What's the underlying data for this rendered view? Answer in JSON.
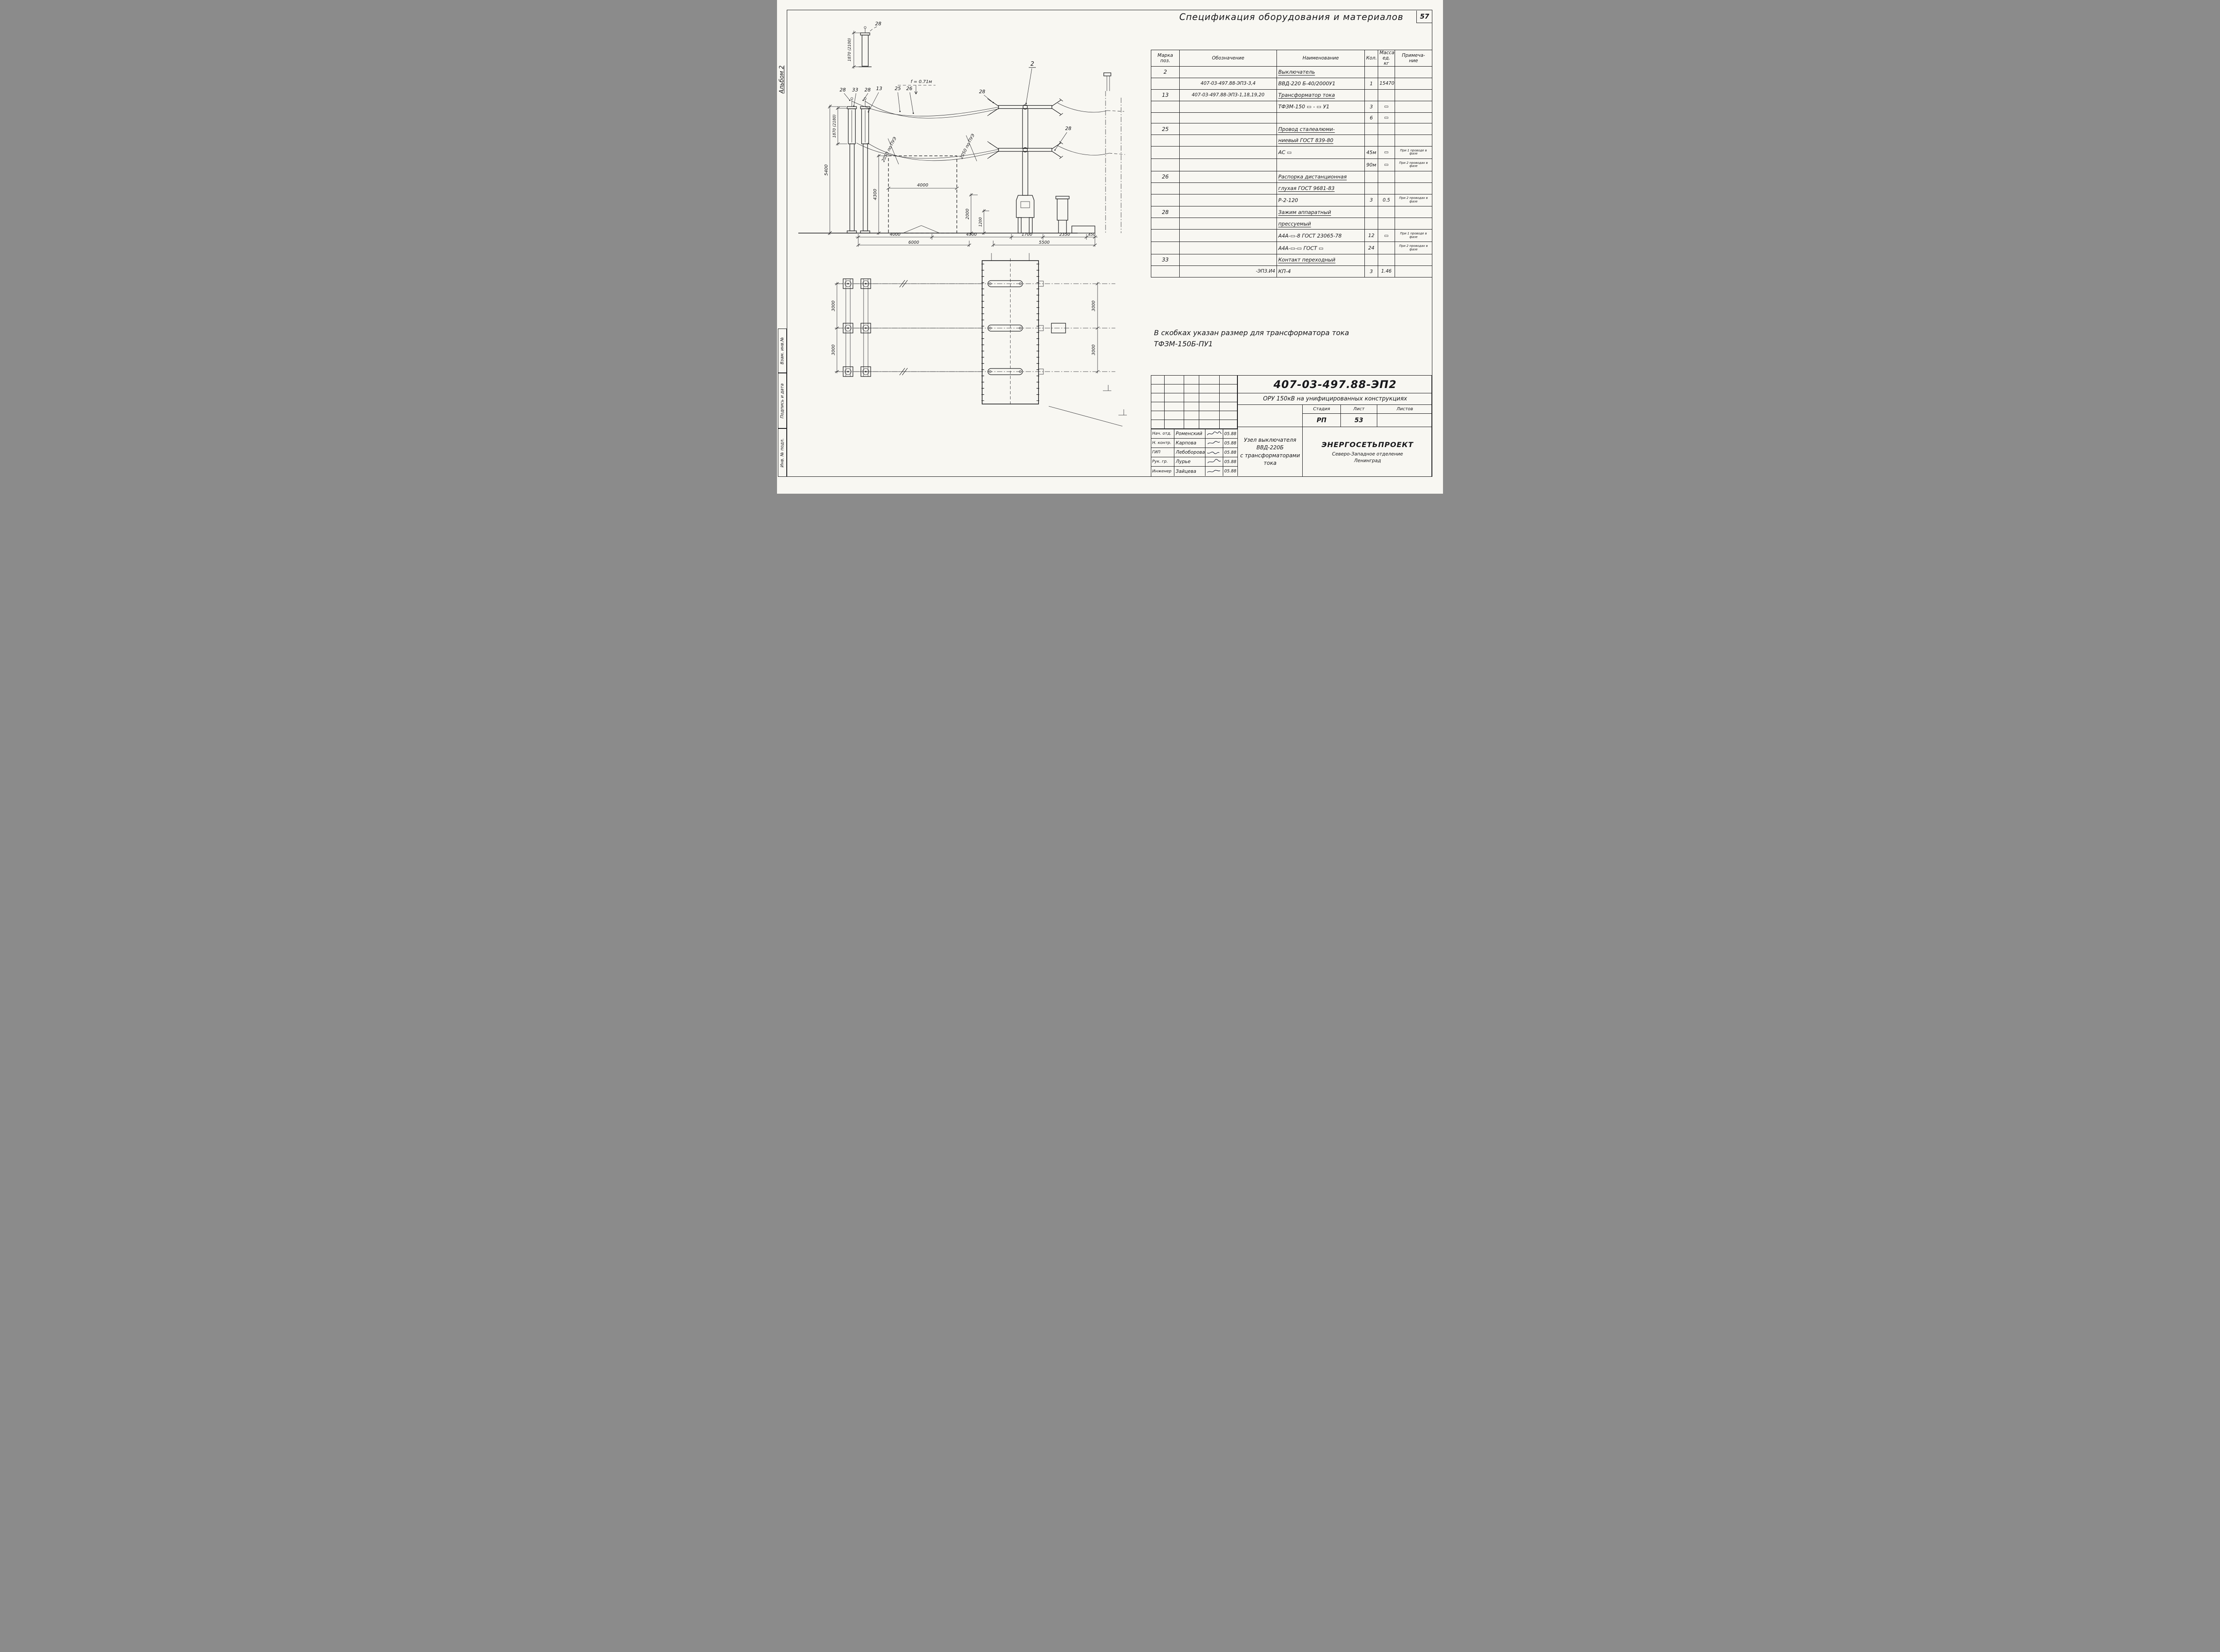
{
  "page": {
    "number": "57",
    "album": "Альбом 2",
    "stamps": {
      "top": "Взам. инв.№",
      "mid": "Подпись и дата",
      "bottom": "Инв. № подл."
    }
  },
  "spec": {
    "title": "Спецификация оборудования и материалов",
    "header": {
      "mark": "Марка\nпоз.",
      "code": "Обозначение",
      "name": "Наименование",
      "qty": "Кол.",
      "mass": "Масса\nед. кг",
      "note": "Примеча-\nние"
    },
    "rows": [
      {
        "mark": "2",
        "code": "",
        "name": "Выключатель",
        "qty": "",
        "mass": "",
        "note": ""
      },
      {
        "mark": "",
        "code": "407-03-497.88-ЭП3-3,4",
        "name": "ВВД-220 Б-40/2000У1",
        "qty": "1",
        "mass": "15470",
        "note": ""
      },
      {
        "mark": "13",
        "code": "407-03-497.88-ЭП3-1,18,19,20",
        "name": "Трансформатор тока",
        "qty": "",
        "mass": "",
        "note": ""
      },
      {
        "mark": "",
        "code": "",
        "name": "ТФЗМ-150 ▭ - ▭ У1",
        "qty": "3",
        "mass": "▭",
        "note": ""
      },
      {
        "mark": "",
        "code": "",
        "name": "",
        "qty": "6",
        "mass": "▭",
        "note": ""
      },
      {
        "mark": "25",
        "code": "",
        "name": "Провод сталеалюми-",
        "qty": "",
        "mass": "",
        "note": ""
      },
      {
        "mark": "",
        "code": "",
        "name": "ниевый  ГОСТ 839-80",
        "qty": "",
        "mass": "",
        "note": ""
      },
      {
        "mark": "",
        "code": "",
        "name": "АС ▭",
        "qty": "45м",
        "mass": "▭",
        "note": "При 1 проводе в фазе"
      },
      {
        "mark": "",
        "code": "",
        "name": "",
        "qty": "90м",
        "mass": "▭",
        "note": "При 2 проводах в фазе"
      },
      {
        "mark": "26",
        "code": "",
        "name": "Распорка дистанционная",
        "qty": "",
        "mass": "",
        "note": ""
      },
      {
        "mark": "",
        "code": "",
        "name": "глухая ГОСТ 9681-83",
        "qty": "",
        "mass": "",
        "note": ""
      },
      {
        "mark": "",
        "code": "",
        "name": "Р-2-120",
        "qty": "3",
        "mass": "0.5",
        "note": "При 2 проводах в фазе"
      },
      {
        "mark": "28",
        "code": "",
        "name": "Зажим аппаратный",
        "qty": "",
        "mass": "",
        "note": ""
      },
      {
        "mark": "",
        "code": "",
        "name": "прессуемый",
        "qty": "",
        "mass": "",
        "note": ""
      },
      {
        "mark": "",
        "code": "",
        "name": "А4А-▭-8 ГОСТ 23065-78",
        "qty": "12",
        "mass": "▭",
        "note": "При 1 проводе в фазе"
      },
      {
        "mark": "",
        "code": "",
        "name": "А4А-▭-▭ ГОСТ ▭",
        "qty": "24",
        "mass": "",
        "note": "При 2 проводах в фазе"
      },
      {
        "mark": "33",
        "code": "",
        "name": "Контакт переходный",
        "qty": "",
        "mass": "",
        "note": ""
      },
      {
        "mark": "",
        "code": "-ЭП3.И4",
        "name": "КП-4",
        "qty": "3",
        "mass": "1.46",
        "note": ""
      }
    ]
  },
  "note": {
    "line1": "В скобках указан размер для трансформатора тока",
    "line2": "ТФЗМ-150Б-ПУ1"
  },
  "title_block": {
    "doc_number": "407-03-497.88-ЭП2",
    "project": "ОРУ 150кВ на унифицированных конструкциях",
    "stage_label": "Стадия",
    "sheet_label": "Лист",
    "sheets_label": "Листов",
    "stage": "РП",
    "sheet": "53",
    "sheets": "",
    "title_line1": "Узел выключателя ВВД-220Б",
    "title_line2": "с трансформаторами тока",
    "org_name": "ЭНЕРГОСЕТЬПРОЕКТ",
    "org_branch": "Северо-Западное отделение",
    "org_city": "Ленинград",
    "signatures": [
      {
        "role": "Нач. отд.",
        "name": "Роменский",
        "date": "05.88"
      },
      {
        "role": "Н. контр.",
        "name": "Карпова",
        "date": "05.88"
      },
      {
        "role": "ГИП",
        "name": "Лебоборова",
        "date": "05.88"
      },
      {
        "role": "Рук. гр.",
        "name": "Лурье",
        "date": "05.88"
      },
      {
        "role": "Инженер",
        "name": "Зайцева",
        "date": "05.88"
      }
    ]
  },
  "drawing": {
    "detail_dim": "1870 (2100)",
    "detail_ref": "28",
    "ref_28a": "28",
    "ref_33": "33",
    "ref_28b": "28",
    "ref_13": "13",
    "ref_25": "25",
    "ref_26": "26",
    "sag": "f = 0.71м",
    "ref_2": "2",
    "ref_28c": "28",
    "ref_28d": "28",
    "slope_a": "2050 по ПУЭ",
    "slope_b": "2050 по ПУЭ",
    "dim_5400": "5400",
    "dim_1870": "1870 (2180)",
    "dim_4300": "4300",
    "dim_4000": "4000",
    "dim_2000": "2000",
    "dim_1200": "1200",
    "chain": [
      "4000",
      "4300",
      "1700",
      "2350",
      "450"
    ],
    "dim_6000": "6000",
    "dim_5500": "5500",
    "plan_left_1": "3000",
    "plan_left_2": "3000",
    "plan_right_1": "3000",
    "plan_right_2": "3000"
  }
}
